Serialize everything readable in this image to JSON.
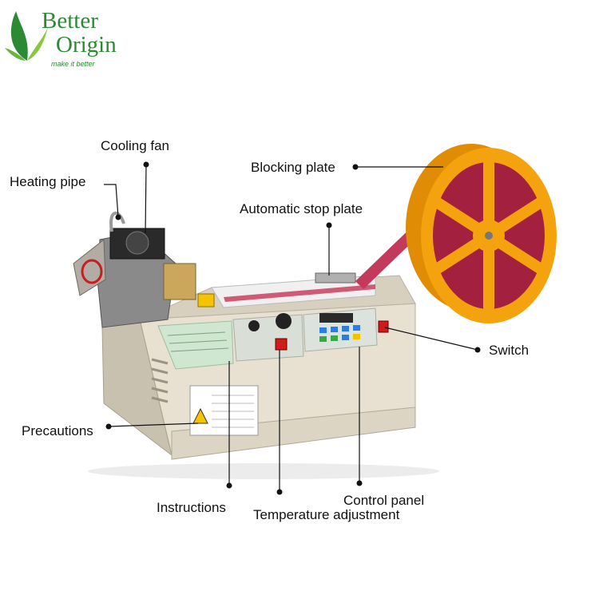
{
  "brand": {
    "name_line1": "Better",
    "name_line2": "Origin",
    "tagline": "make it better",
    "colors": {
      "primary": "#2c8a35",
      "leaf_light": "#8cc63f"
    }
  },
  "colors": {
    "machine_body": "#e8e1d2",
    "control_panel": "#d9dfd6",
    "instruction_panel": "#cfe6d0",
    "reel": "#f4a30f",
    "ribbon": "#a3203f",
    "switch_red": "#d11a1a",
    "leader_line": "#111111"
  },
  "labels": {
    "cooling_fan": "Cooling fan",
    "heating_pipe": "Heating pipe",
    "blocking_plate": "Blocking plate",
    "automatic_stop_plate": "Automatic stop plate",
    "switch": "Switch",
    "precautions": "Precautions",
    "instructions": "Instructions",
    "control_panel": "Control panel",
    "temperature_adjustment": "Temperature adjustment"
  },
  "icons": [
    "leaf-logo-icon",
    "warning-triangle-icon",
    "fan-grille-icon",
    "power-switch-icon"
  ]
}
